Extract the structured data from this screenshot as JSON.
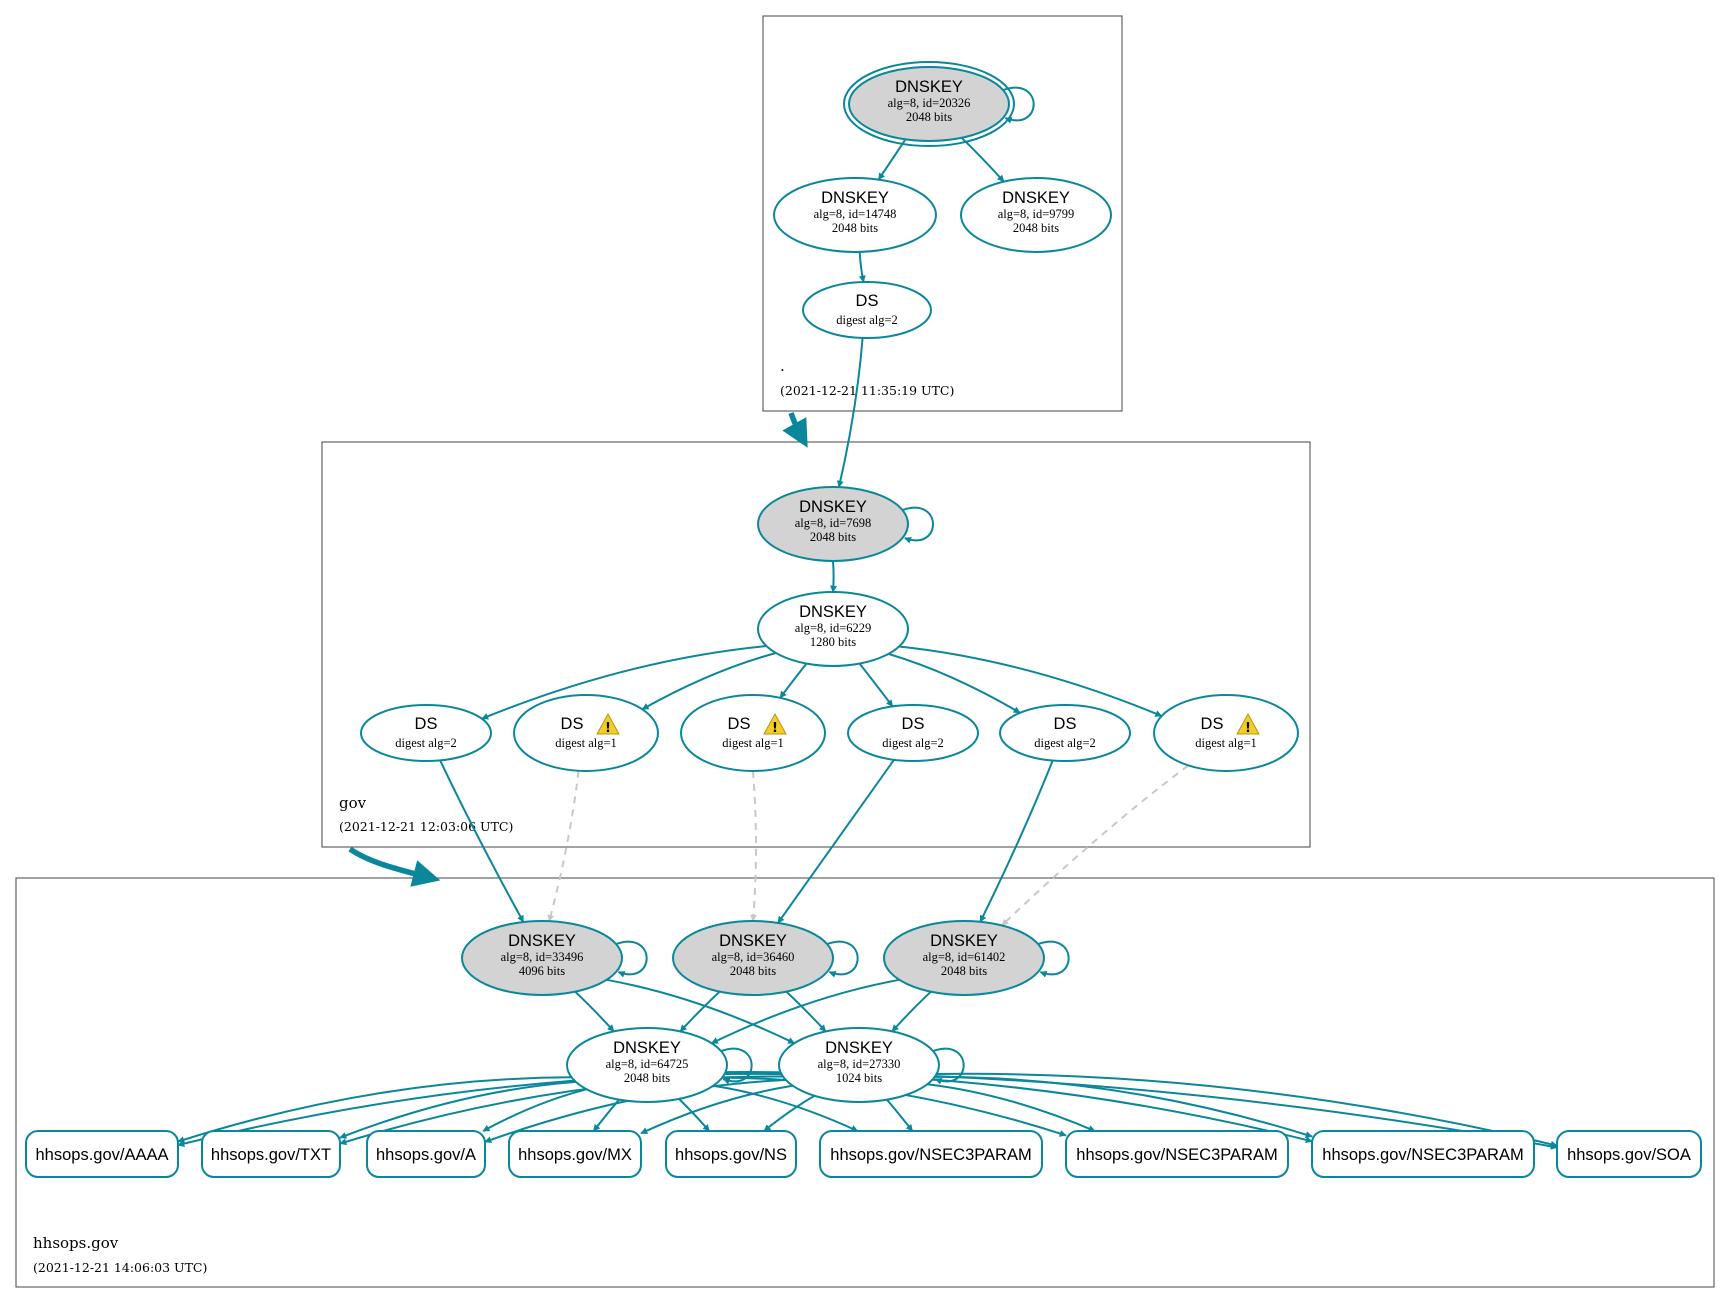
{
  "colors": {
    "edge": "#0a879a",
    "edge_insecure": "#c8c8c8",
    "ksk_fill": "#d3d3d3",
    "node_fill": "#ffffff",
    "warning": "#f2cd2a"
  },
  "zones": [
    {
      "id": "root",
      "name": ".",
      "timestamp": "(2021-12-21 11:35:19 UTC)"
    },
    {
      "id": "gov",
      "name": "gov",
      "timestamp": "(2021-12-21 12:03:06 UTC)"
    },
    {
      "id": "hhsops",
      "name": "hhsops.gov",
      "timestamp": "(2021-12-21 14:06:03 UTC)"
    }
  ],
  "nodes": [
    {
      "id": "root_ksk",
      "type": "DNSKEY",
      "title": "DNSKEY",
      "line1": "alg=8, id=20326",
      "line2": "2048 bits",
      "filled": true,
      "trust_anchor": true
    },
    {
      "id": "root_zsk1",
      "type": "DNSKEY",
      "title": "DNSKEY",
      "line1": "alg=8, id=14748",
      "line2": "2048 bits",
      "filled": false
    },
    {
      "id": "root_zsk2",
      "type": "DNSKEY",
      "title": "DNSKEY",
      "line1": "alg=8, id=9799",
      "line2": "2048 bits",
      "filled": false
    },
    {
      "id": "root_ds",
      "type": "DS",
      "title": "DS",
      "line1": "digest alg=2",
      "warning": false
    },
    {
      "id": "gov_ksk",
      "type": "DNSKEY",
      "title": "DNSKEY",
      "line1": "alg=8, id=7698",
      "line2": "2048 bits",
      "filled": true
    },
    {
      "id": "gov_zsk",
      "type": "DNSKEY",
      "title": "DNSKEY",
      "line1": "alg=8, id=6229",
      "line2": "1280 bits",
      "filled": false
    },
    {
      "id": "gov_ds1",
      "type": "DS",
      "title": "DS",
      "line1": "digest alg=2",
      "warning": false
    },
    {
      "id": "gov_ds2",
      "type": "DS",
      "title": "DS",
      "line1": "digest alg=1",
      "warning": true
    },
    {
      "id": "gov_ds3",
      "type": "DS",
      "title": "DS",
      "line1": "digest alg=1",
      "warning": true
    },
    {
      "id": "gov_ds4",
      "type": "DS",
      "title": "DS",
      "line1": "digest alg=2",
      "warning": false
    },
    {
      "id": "gov_ds5",
      "type": "DS",
      "title": "DS",
      "line1": "digest alg=2",
      "warning": false
    },
    {
      "id": "gov_ds6",
      "type": "DS",
      "title": "DS",
      "line1": "digest alg=1",
      "warning": true
    },
    {
      "id": "hh_ksk1",
      "type": "DNSKEY",
      "title": "DNSKEY",
      "line1": "alg=8, id=33496",
      "line2": "4096 bits",
      "filled": true
    },
    {
      "id": "hh_ksk2",
      "type": "DNSKEY",
      "title": "DNSKEY",
      "line1": "alg=8, id=36460",
      "line2": "2048 bits",
      "filled": true
    },
    {
      "id": "hh_ksk3",
      "type": "DNSKEY",
      "title": "DNSKEY",
      "line1": "alg=8, id=61402",
      "line2": "2048 bits",
      "filled": true
    },
    {
      "id": "hh_zsk1",
      "type": "DNSKEY",
      "title": "DNSKEY",
      "line1": "alg=8, id=64725",
      "line2": "2048 bits",
      "filled": false
    },
    {
      "id": "hh_zsk2",
      "type": "DNSKEY",
      "title": "DNSKEY",
      "line1": "alg=8, id=27330",
      "line2": "1024 bits",
      "filled": false
    }
  ],
  "rrsets": [
    {
      "id": "rr_aaaa",
      "label": "hhsops.gov/AAAA"
    },
    {
      "id": "rr_txt",
      "label": "hhsops.gov/TXT"
    },
    {
      "id": "rr_a",
      "label": "hhsops.gov/A"
    },
    {
      "id": "rr_mx",
      "label": "hhsops.gov/MX"
    },
    {
      "id": "rr_ns",
      "label": "hhsops.gov/NS"
    },
    {
      "id": "rr_n3p1",
      "label": "hhsops.gov/NSEC3PARAM"
    },
    {
      "id": "rr_n3p2",
      "label": "hhsops.gov/NSEC3PARAM"
    },
    {
      "id": "rr_n3p3",
      "label": "hhsops.gov/NSEC3PARAM"
    },
    {
      "id": "rr_soa",
      "label": "hhsops.gov/SOA"
    }
  ],
  "edges": [
    {
      "from": "root_ksk",
      "to": "root_ksk",
      "style": "solid"
    },
    {
      "from": "root_ksk",
      "to": "root_zsk1",
      "style": "solid"
    },
    {
      "from": "root_ksk",
      "to": "root_zsk2",
      "style": "solid"
    },
    {
      "from": "root_zsk1",
      "to": "root_ds",
      "style": "solid"
    },
    {
      "from": "root_ds",
      "to": "gov_ksk",
      "style": "solid"
    },
    {
      "from": "gov_ksk",
      "to": "gov_ksk",
      "style": "solid"
    },
    {
      "from": "gov_ksk",
      "to": "gov_zsk",
      "style": "solid"
    },
    {
      "from": "gov_zsk",
      "to": "gov_ds1",
      "style": "solid"
    },
    {
      "from": "gov_zsk",
      "to": "gov_ds2",
      "style": "solid"
    },
    {
      "from": "gov_zsk",
      "to": "gov_ds3",
      "style": "solid"
    },
    {
      "from": "gov_zsk",
      "to": "gov_ds4",
      "style": "solid"
    },
    {
      "from": "gov_zsk",
      "to": "gov_ds5",
      "style": "solid"
    },
    {
      "from": "gov_zsk",
      "to": "gov_ds6",
      "style": "solid"
    },
    {
      "from": "gov_ds1",
      "to": "hh_ksk1",
      "style": "solid"
    },
    {
      "from": "gov_ds2",
      "to": "hh_ksk1",
      "style": "dashed"
    },
    {
      "from": "gov_ds3",
      "to": "hh_ksk2",
      "style": "dashed"
    },
    {
      "from": "gov_ds4",
      "to": "hh_ksk2",
      "style": "solid"
    },
    {
      "from": "gov_ds5",
      "to": "hh_ksk3",
      "style": "solid"
    },
    {
      "from": "gov_ds6",
      "to": "hh_ksk3",
      "style": "dashed"
    },
    {
      "from": "hh_ksk1",
      "to": "hh_ksk1",
      "style": "solid"
    },
    {
      "from": "hh_ksk2",
      "to": "hh_ksk2",
      "style": "solid"
    },
    {
      "from": "hh_ksk3",
      "to": "hh_ksk3",
      "style": "solid"
    },
    {
      "from": "hh_ksk1",
      "to": "hh_zsk1",
      "style": "solid"
    },
    {
      "from": "hh_ksk1",
      "to": "hh_zsk2",
      "style": "solid"
    },
    {
      "from": "hh_ksk2",
      "to": "hh_zsk1",
      "style": "solid"
    },
    {
      "from": "hh_ksk2",
      "to": "hh_zsk2",
      "style": "solid"
    },
    {
      "from": "hh_ksk3",
      "to": "hh_zsk1",
      "style": "solid"
    },
    {
      "from": "hh_ksk3",
      "to": "hh_zsk2",
      "style": "solid"
    },
    {
      "from": "hh_zsk1",
      "to": "hh_zsk1",
      "style": "solid"
    },
    {
      "from": "hh_zsk2",
      "to": "hh_zsk2",
      "style": "solid"
    },
    {
      "from": "hh_zsk1",
      "to": "rr_aaaa",
      "style": "solid"
    },
    {
      "from": "hh_zsk1",
      "to": "rr_txt",
      "style": "solid"
    },
    {
      "from": "hh_zsk1",
      "to": "rr_a",
      "style": "solid"
    },
    {
      "from": "hh_zsk1",
      "to": "rr_mx",
      "style": "solid"
    },
    {
      "from": "hh_zsk1",
      "to": "rr_ns",
      "style": "solid"
    },
    {
      "from": "hh_zsk1",
      "to": "rr_n3p1",
      "style": "solid"
    },
    {
      "from": "hh_zsk1",
      "to": "rr_n3p2",
      "style": "solid"
    },
    {
      "from": "hh_zsk1",
      "to": "rr_n3p3",
      "style": "solid"
    },
    {
      "from": "hh_zsk1",
      "to": "rr_soa",
      "style": "solid"
    },
    {
      "from": "hh_zsk2",
      "to": "rr_aaaa",
      "style": "solid"
    },
    {
      "from": "hh_zsk2",
      "to": "rr_txt",
      "style": "solid"
    },
    {
      "from": "hh_zsk2",
      "to": "rr_a",
      "style": "solid"
    },
    {
      "from": "hh_zsk2",
      "to": "rr_mx",
      "style": "solid"
    },
    {
      "from": "hh_zsk2",
      "to": "rr_ns",
      "style": "solid"
    },
    {
      "from": "hh_zsk2",
      "to": "rr_n3p1",
      "style": "solid"
    },
    {
      "from": "hh_zsk2",
      "to": "rr_n3p2",
      "style": "solid"
    },
    {
      "from": "hh_zsk2",
      "to": "rr_n3p3",
      "style": "solid"
    },
    {
      "from": "hh_zsk2",
      "to": "rr_soa",
      "style": "solid"
    }
  ],
  "delegations": [
    {
      "from": "root",
      "to": "gov"
    },
    {
      "from": "gov",
      "to": "hhsops"
    }
  ]
}
